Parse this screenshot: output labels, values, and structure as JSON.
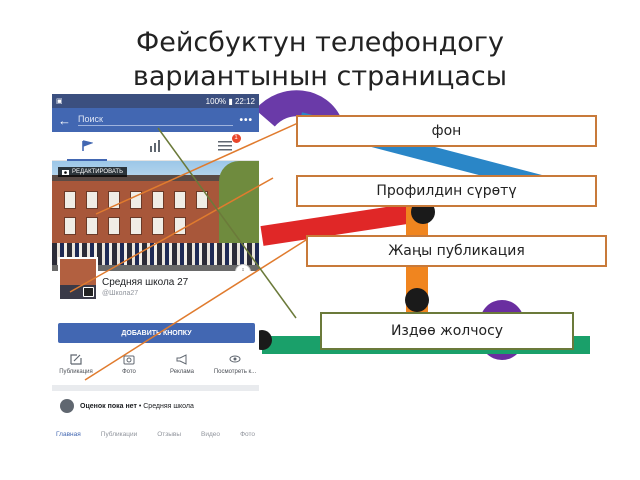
{
  "slide": {
    "title_line1": "Фейсбуктун телефондогу",
    "title_line2": "вариантынын страницасы"
  },
  "callouts": {
    "fon": "фон",
    "profile": "Профилдин сүрөтү",
    "new_post": "Жаңы публикация",
    "search_bar": "Издөө жолчосу"
  },
  "phone": {
    "status_right": "100% ▮ 22:12",
    "status_left": "▣",
    "search_placeholder": "Поиск",
    "more": "•••",
    "edit_cover": "РЕДАКТИРОВАТЬ",
    "info": "i",
    "page_name": "Средняя школа 27",
    "page_sub": "@Школа27",
    "add_button": "ДОБАВИТЬ КНОПКУ",
    "badge": "1",
    "actions": [
      {
        "label": "Публикация"
      },
      {
        "label": "Фото"
      },
      {
        "label": "Реклама"
      },
      {
        "label": "Посмотреть к..."
      }
    ],
    "rating_bold": "Оценок пока нет",
    "rating_rest": " • Средняя школа",
    "tabs": [
      "Главная",
      "Публикации",
      "Отзывы",
      "Видео",
      "Фото"
    ]
  },
  "colors": {
    "fb_blue": "#4267b2",
    "callout_orange": "#c87a3a",
    "callout_green": "#6b7a3a"
  }
}
